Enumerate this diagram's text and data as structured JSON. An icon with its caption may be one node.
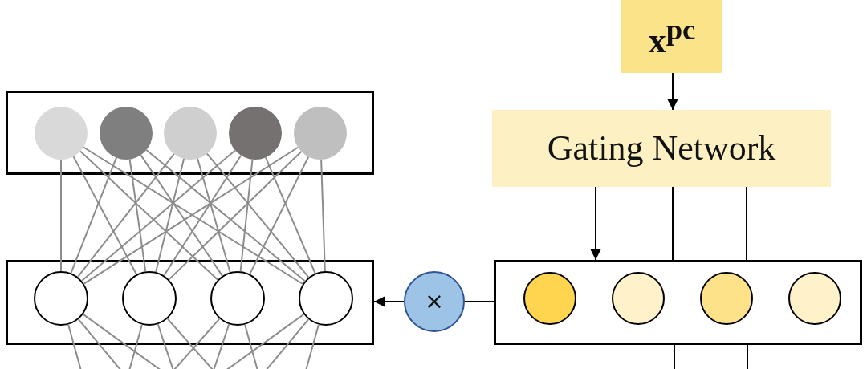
{
  "diagram": {
    "nodes": [
      {
        "text": [
          "x$^{pc}$"
        ]
      },
      {
        "text": [
          "Gating Network"
        ]
      },
      {
        "text": [],
        "shape": "box"
      },
      {
        "text": [],
        "shape": "circle",
        "in": 2
      },
      {
        "text": [],
        "shape": "circle",
        "in": 2
      },
      {
        "text": [],
        "shape": "circle",
        "in": 2
      },
      {
        "text": [],
        "shape": "circle",
        "in": 2
      },
      {
        "text": [],
        "shape": "circle",
        "in": 2
      },
      {
        "text": [],
        "shape": "box"
      },
      {
        "text": [],
        "shape": "circle",
        "in": 8
      },
      {
        "text": [],
        "shape": "circle",
        "in": 8
      },
      {
        "text": [],
        "shape": "circle",
        "in": 8
      },
      {
        "text": [],
        "shape": "circle",
        "in": 8
      },
      {
        "text": [
          "×"
        ]
      },
      {
        "text": [],
        "shape": "box"
      },
      {
        "text": [],
        "shape": "circle",
        "in": 14
      },
      {
        "text": [],
        "shape": "circle",
        "in": 14
      },
      {
        "text": [],
        "shape": "circle",
        "in": 14
      },
      {
        "text": [],
        "shape": "circle",
        "in": 14
      }
    ],
    "edges": [
      {
        "from": 0,
        "to": 1,
        "arrow": "to",
        "color": "#000000"
      },
      {
        "from": 1,
        "to": 14,
        "arrow": "to",
        "color": "#000000"
      },
      {
        "from": 1,
        "to": 14,
        "arrow": "none",
        "color": "#000000"
      },
      {
        "from": 1,
        "to": 14,
        "arrow": "none",
        "color": "#000000"
      },
      {
        "from": 14,
        "to": null,
        "arrow": "none",
        "color": "#000000"
      },
      {
        "from": 14,
        "to": null,
        "arrow": "none",
        "color": "#000000"
      },
      {
        "from": 14,
        "to": 13,
        "arrow": "none",
        "color": "#000000"
      },
      {
        "from": 13,
        "to": 8,
        "arrow": "to",
        "color": "#000000"
      },
      {
        "from": 9,
        "to": 3,
        "arrow": "none"
      },
      {
        "from": 9,
        "to": 4,
        "arrow": "none"
      },
      {
        "from": 9,
        "to": 5,
        "arrow": "none"
      },
      {
        "from": 9,
        "to": 6,
        "arrow": "none"
      },
      {
        "from": 9,
        "to": 7,
        "arrow": "none"
      },
      {
        "from": 10,
        "to": 3,
        "arrow": "none"
      },
      {
        "from": 10,
        "to": 4,
        "arrow": "none"
      },
      {
        "from": 10,
        "to": 5,
        "arrow": "none"
      },
      {
        "from": 10,
        "to": 6,
        "arrow": "none"
      },
      {
        "from": 10,
        "to": 7,
        "arrow": "none"
      },
      {
        "from": 11,
        "to": 3,
        "arrow": "none"
      },
      {
        "from": 11,
        "to": 4,
        "arrow": "none"
      },
      {
        "from": 11,
        "to": 5,
        "arrow": "none"
      },
      {
        "from": 11,
        "to": 6,
        "arrow": "none"
      },
      {
        "from": 11,
        "to": 7,
        "arrow": "none"
      },
      {
        "from": 12,
        "to": 3,
        "arrow": "none"
      },
      {
        "from": 12,
        "to": 4,
        "arrow": "none"
      },
      {
        "from": 12,
        "to": 5,
        "arrow": "none"
      },
      {
        "from": 12,
        "to": 6,
        "arrow": "none"
      },
      {
        "from": 12,
        "to": 7,
        "arrow": "none"
      },
      {
        "from": 9,
        "to": null,
        "arrow": "none"
      },
      {
        "from": 9,
        "to": null,
        "arrow": "none"
      },
      {
        "from": 9,
        "to": null,
        "arrow": "none"
      },
      {
        "from": 10,
        "to": null,
        "arrow": "none"
      },
      {
        "from": 10,
        "to": null,
        "arrow": "none"
      },
      {
        "from": 10,
        "to": null,
        "arrow": "none"
      },
      {
        "from": 11,
        "to": null,
        "arrow": "none"
      },
      {
        "from": 11,
        "to": null,
        "arrow": "none"
      },
      {
        "from": 11,
        "to": null,
        "arrow": "none"
      },
      {
        "from": 12,
        "to": null,
        "arrow": "none"
      },
      {
        "from": 12,
        "to": null,
        "arrow": "none"
      },
      {
        "from": 12,
        "to": null,
        "arrow": "none"
      }
    ]
  }
}
